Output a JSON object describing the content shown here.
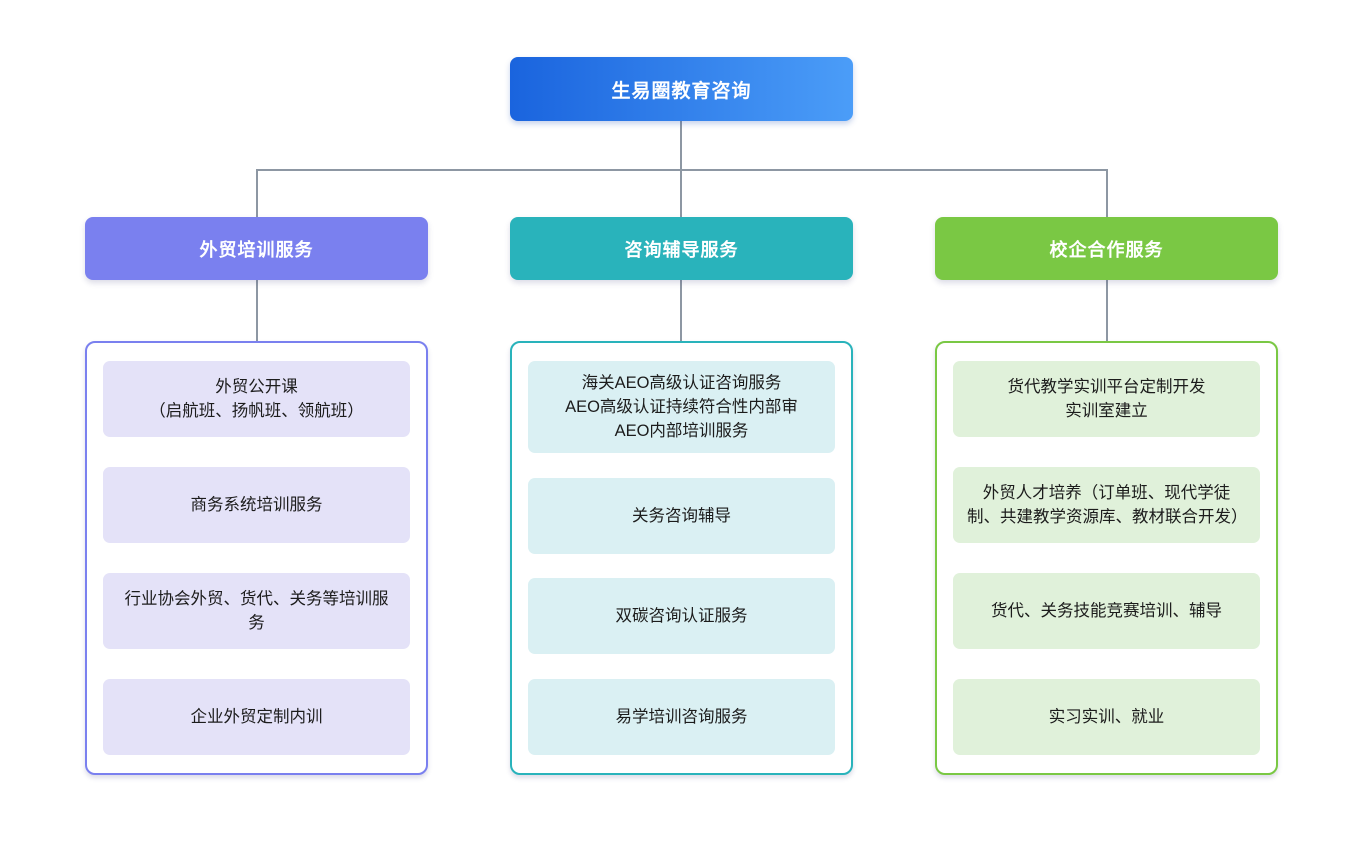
{
  "diagram": {
    "connector_color": "#8D97A3",
    "root": {
      "label": "生易圈教育咨询",
      "color_left": "#1A64DE",
      "color_right": "#4B9DF8"
    },
    "branches": [
      {
        "label": "外贸培训服务",
        "color": "#7A80EF",
        "light_color": "#E4E2F8",
        "items": [
          "外贸公开课\n（启航班、扬帆班、领航班）",
          "商务系统培训服务",
          "行业协会外贸、货代、关务等培训服务",
          "企业外贸定制内训"
        ]
      },
      {
        "label": "咨询辅导服务",
        "color": "#29B3BB",
        "light_color": "#DAF0F3",
        "items": [
          "海关AEO高级认证咨询服务\nAEO高级认证持续符合性内部审\nAEO内部培训服务",
          "关务咨询辅导",
          "双碳咨询认证服务",
          "易学培训咨询服务"
        ]
      },
      {
        "label": "校企合作服务",
        "color": "#7AC844",
        "light_color": "#E0F1DA",
        "items": [
          "货代教学实训平台定制开发\n实训室建立",
          "外贸人才培养（订单班、现代学徒制、共建教学资源库、教材联合开发）",
          "货代、关务技能竞赛培训、辅导",
          "实习实训、就业"
        ]
      }
    ]
  }
}
